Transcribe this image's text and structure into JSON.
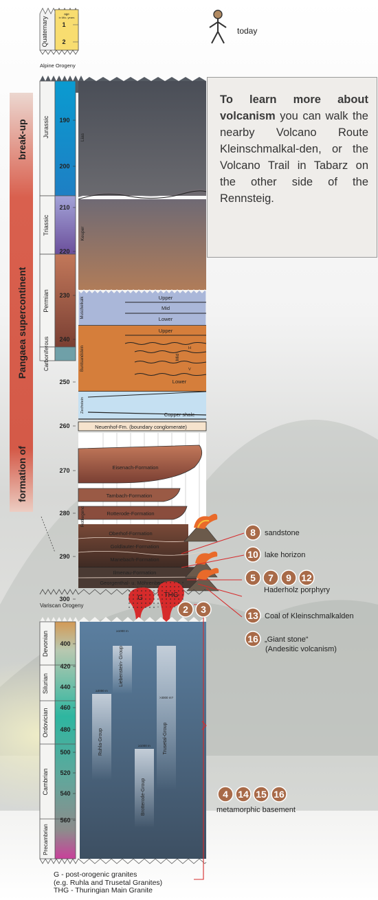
{
  "today_label": "today",
  "alpine_label": "Alpine Orogeny",
  "variscan_label": "Variscan Orogeny",
  "age_header": "age\nin Mio. years",
  "callout": {
    "lead": "To learn more about volcanism",
    "rest": " you can walk the nearby Volcano Route Kleinschmalkal-den, or the Volcano Trail in Tabarz on the other side of the Rennsteig."
  },
  "eras_vertical": [
    "break-up",
    "Pangaea supercontinent",
    "formation of"
  ],
  "periods": [
    "Quaternary",
    "Jurassic",
    "Triassic",
    "Permian",
    "Carboniferous",
    "Devonian",
    "Silurian",
    "Ordovician",
    "Cambrian",
    "Precambrian"
  ],
  "age_ticks_top": [
    "1",
    "2"
  ],
  "age_ticks": [
    "190",
    "200",
    "210",
    "220",
    "230",
    "240",
    "250",
    "260",
    "270",
    "280",
    "290",
    "300"
  ],
  "age_ticks_lower": [
    "400",
    "420",
    "440",
    "460",
    "480",
    "500",
    "520",
    "540",
    "560"
  ],
  "units": {
    "lias": "Lias",
    "keuper": "Keuper",
    "muschelkalk": "Muschelkalk",
    "buntsandstein": "Buntsandstein",
    "zechstein": "Zechstein",
    "rotliegend": "Rotliegend",
    "upper": "Upper",
    "mid": "Mid",
    "lower": "Lower",
    "h": "H",
    "v": "V",
    "copper_shale": "Copper shale"
  },
  "formations": [
    "Neuenhof-Fm. (boundary conglomerate)",
    "Eisenach-Formation",
    "Tambach-Formation",
    "Rotterode-Formation",
    "Oberhof-Formation",
    "Goldlauter-Formation",
    "Manebach-Formation",
    "Ilmenau-Formation",
    "Georgenthal- u. Möhrenbach-Fm."
  ],
  "basement_groups": [
    "Ruhla-Group",
    "Liebenstein- Group",
    "Brotterode-Group",
    "Trusetal-Group"
  ],
  "basement_thickness": [
    "≥2000 m",
    "≥1000 m",
    "≥1000 m",
    ">3000 m?"
  ],
  "granites": {
    "g": "G",
    "thg": "THG"
  },
  "badges": {
    "sandstone": {
      "nums": [
        "8"
      ],
      "label": "sandstone"
    },
    "lake": {
      "nums": [
        "10"
      ],
      "label": "lake horizon"
    },
    "porphyry": {
      "nums": [
        "5",
        "7",
        "9",
        "12"
      ],
      "label": "Haderholz porphyry"
    },
    "coal": {
      "nums": [
        "13"
      ],
      "label": "Coal of Kleinschmalkalden"
    },
    "giant": {
      "nums": [
        "16"
      ],
      "label": "„Giant stone“",
      "label2": "(Andesitic  volcanism)"
    },
    "thg_nums": [
      "2",
      "3"
    ],
    "basement": {
      "nums": [
        "4",
        "14",
        "15",
        "16"
      ],
      "label": "metamorphic basement"
    }
  },
  "legend": [
    "G - post-orogenic granites",
    "(e.g. Ruhla and Trusetal Granites)",
    "THG - Thuringian Main Granite"
  ],
  "colors": {
    "badge": "#a86a48",
    "red": "#d62b2b",
    "quaternary": "#f8dd70",
    "era_band": "#d9604e",
    "lower_block": "#6f8ba6"
  }
}
